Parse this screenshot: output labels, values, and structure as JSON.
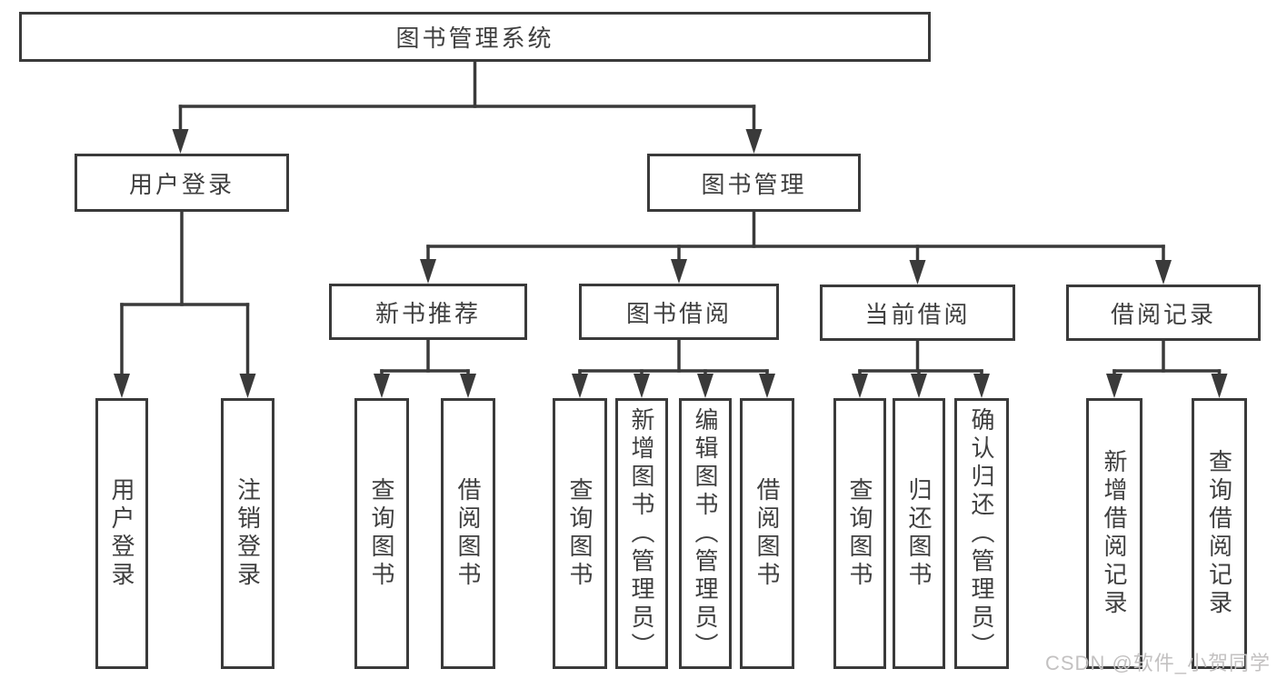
{
  "colors": {
    "line": "#3a3a3a",
    "text": "#3f3f3f",
    "watermark": "#c3c1c1",
    "background": "#ffffff"
  },
  "watermark": {
    "text": "CSDN @软件_小贺同学"
  },
  "tree": {
    "root": {
      "label": "图书管理系统"
    },
    "branches": [
      {
        "label": "用户登录",
        "children": [
          {
            "label": "用户登录"
          },
          {
            "label": "注销登录"
          }
        ]
      },
      {
        "label": "图书管理",
        "children": [
          {
            "label": "新书推荐",
            "children": [
              {
                "label": "查询图书"
              },
              {
                "label": "借阅图书"
              }
            ]
          },
          {
            "label": "图书借阅",
            "children": [
              {
                "label": "查询图书"
              },
              {
                "label": "新增图书（管理员）"
              },
              {
                "label": "编辑图书（管理员）"
              },
              {
                "label": "借阅图书"
              }
            ]
          },
          {
            "label": "当前借阅",
            "children": [
              {
                "label": "查询图书"
              },
              {
                "label": "归还图书"
              },
              {
                "label": "确认归还（管理员）"
              }
            ]
          },
          {
            "label": "借阅记录",
            "children": [
              {
                "label": "新增借阅记录"
              },
              {
                "label": "查询借阅记录"
              }
            ]
          }
        ]
      }
    ]
  }
}
